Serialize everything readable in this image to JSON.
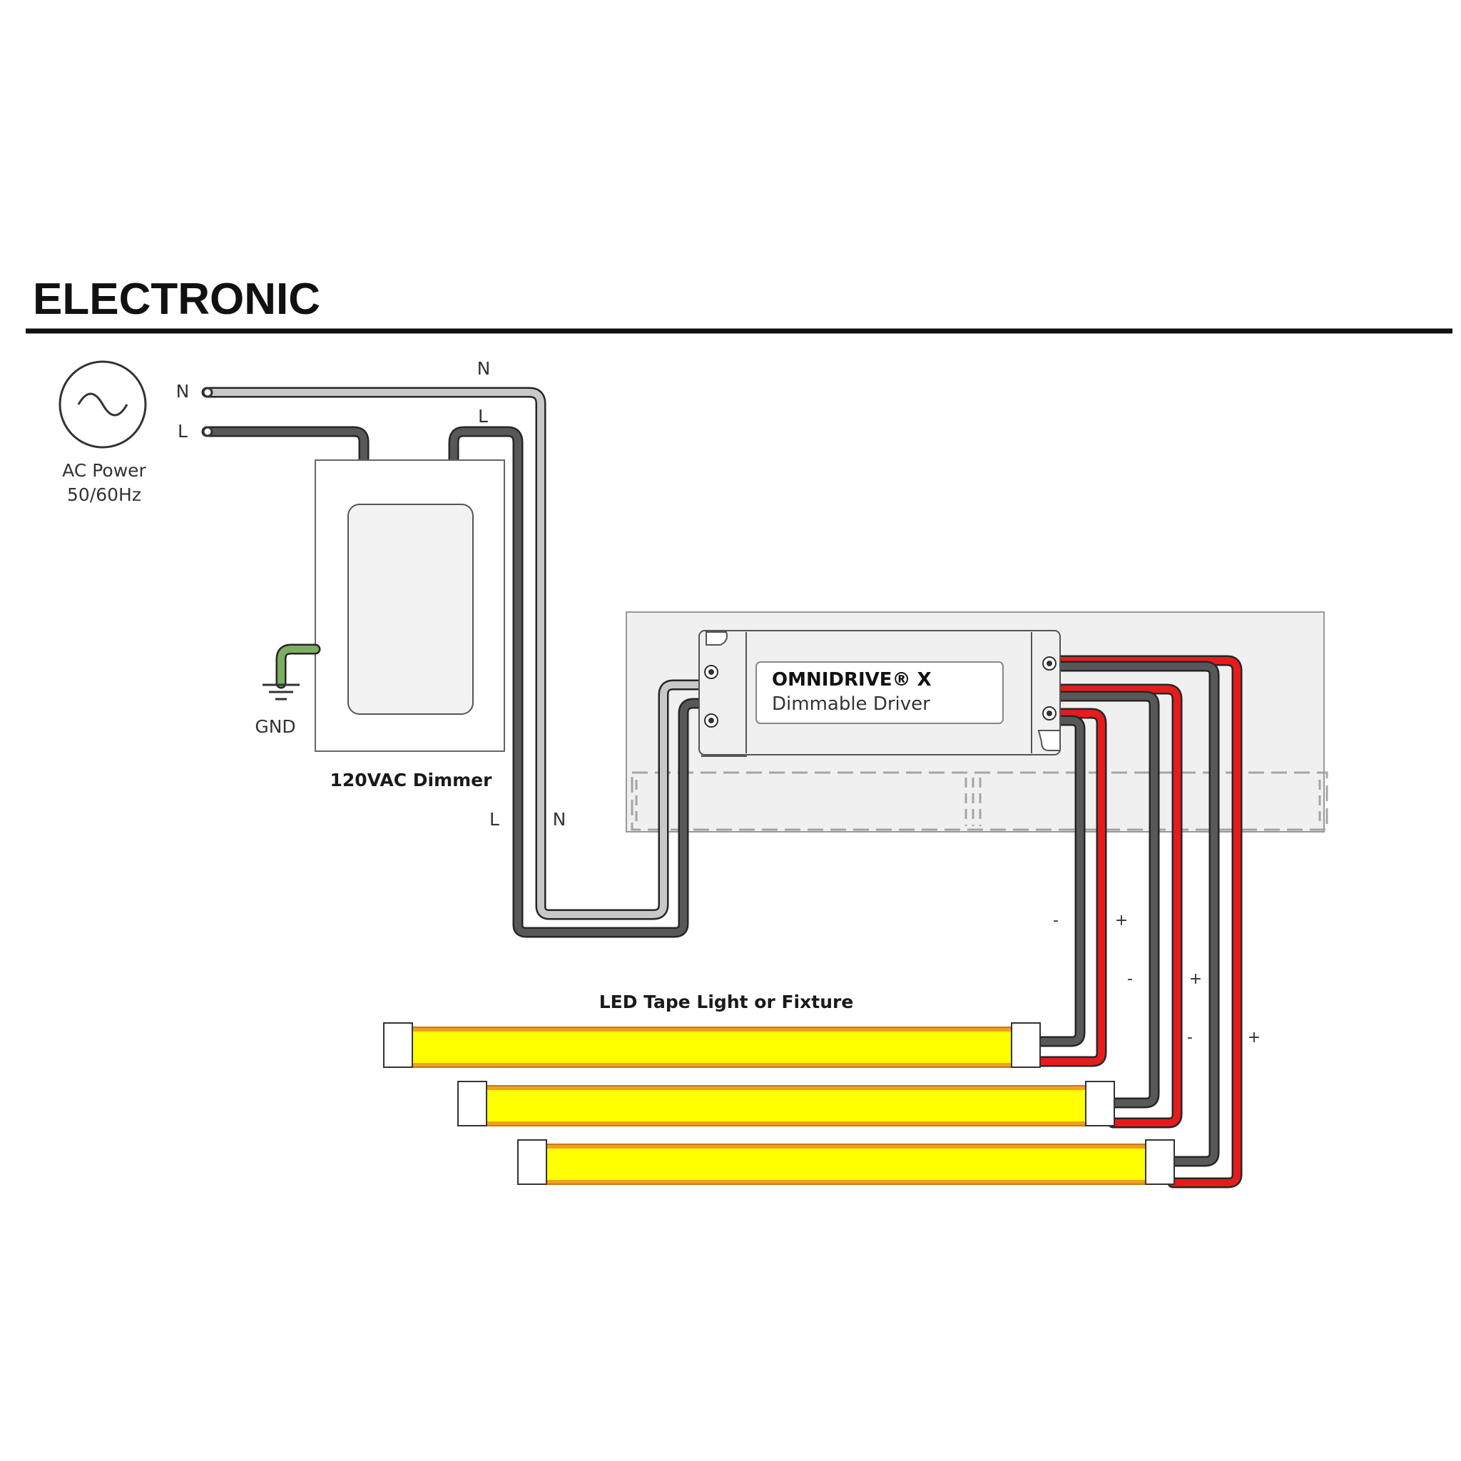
{
  "title": "ELECTRONIC",
  "ac_source": {
    "line1": "AC Power",
    "line2": "50/60Hz",
    "terminal_n": "N",
    "terminal_l": "L"
  },
  "dimmer": {
    "label": "120VAC Dimmer",
    "ground_label": "GND"
  },
  "wire_labels": {
    "n_top": "N",
    "l_top": "L",
    "l_bottom": "L",
    "n_bottom": "N"
  },
  "driver": {
    "name": "OMNIDRIVE® X",
    "subtitle": "Dimmable Driver"
  },
  "fixtures": {
    "label": "LED Tape Light or Fixture"
  },
  "polarity": {
    "minus": "-",
    "plus": "+"
  },
  "colors": {
    "line_wire": "#585858",
    "neutral_wire": "#c8c8c8",
    "positive_wire": "#e51c1c",
    "ground_wire": "#7cae62",
    "led_yellow": "#ffff00",
    "led_orange": "#f0a020"
  }
}
